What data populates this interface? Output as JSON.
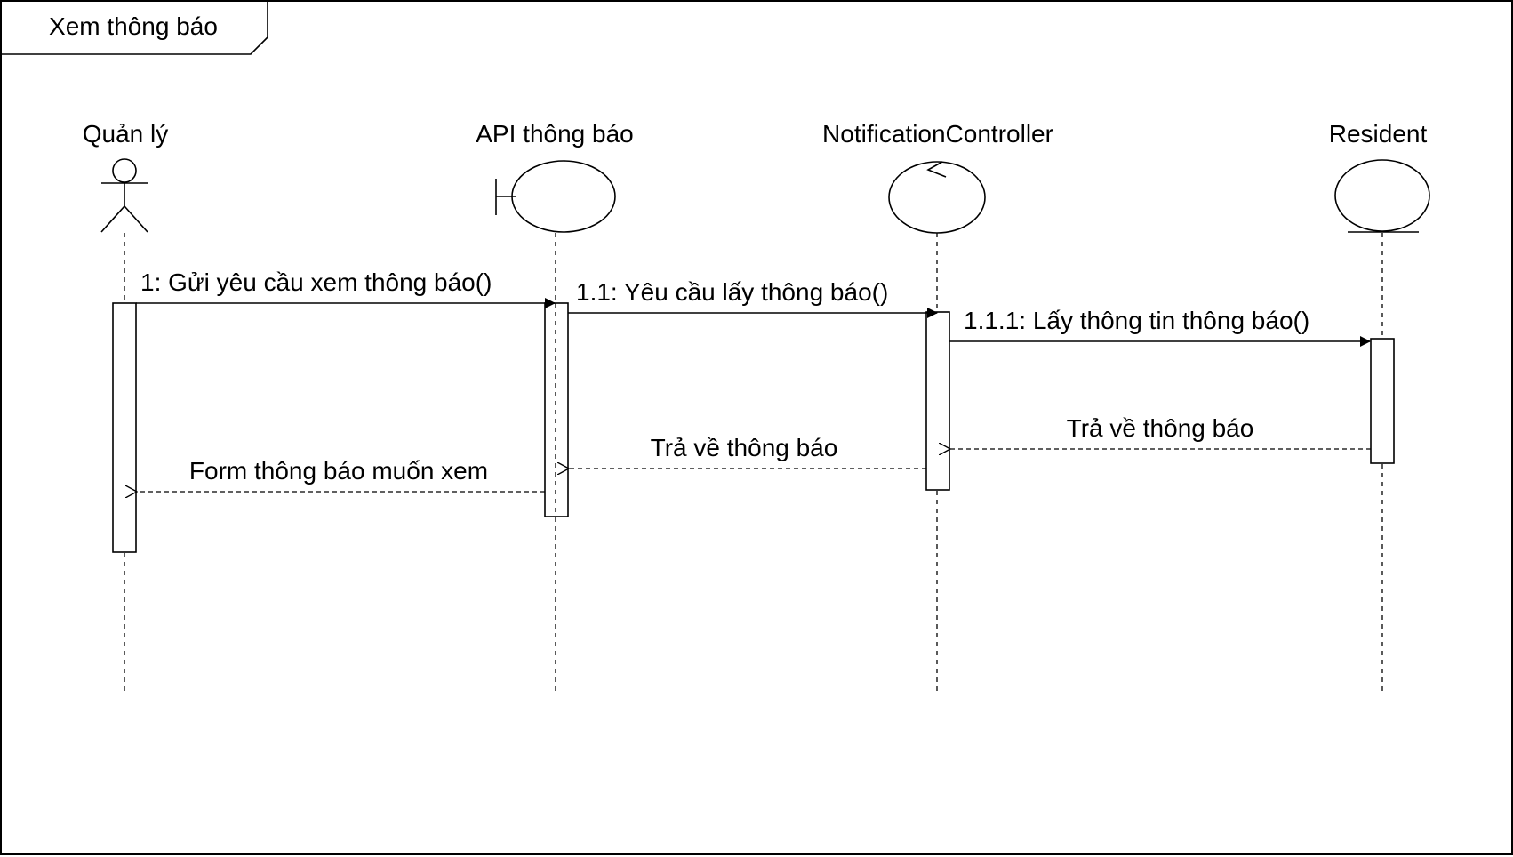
{
  "frame": {
    "title": "Xem thông báo"
  },
  "participants": [
    {
      "name": "Quản lý",
      "kind": "actor"
    },
    {
      "name": "API thông báo",
      "kind": "boundary"
    },
    {
      "name": "NotificationController",
      "kind": "control"
    },
    {
      "name": "Resident",
      "kind": "entity"
    }
  ],
  "messages": [
    {
      "label": "1: Gửi yêu cầu xem thông báo()",
      "from": "Quản lý",
      "to": "API thông báo",
      "style": "sync"
    },
    {
      "label": "1.1: Yêu cầu lấy thông báo()",
      "from": "API thông báo",
      "to": "NotificationController",
      "style": "sync"
    },
    {
      "label": "1.1.1: Lấy thông tin thông báo()",
      "from": "NotificationController",
      "to": "Resident",
      "style": "sync"
    },
    {
      "label": "Trả về thông báo",
      "from": "Resident",
      "to": "NotificationController",
      "style": "return"
    },
    {
      "label": "Trả về thông báo",
      "from": "NotificationController",
      "to": "API thông báo",
      "style": "return"
    },
    {
      "label": "Form thông báo muốn xem",
      "from": "API thông báo",
      "to": "Quản lý",
      "style": "return"
    }
  ]
}
